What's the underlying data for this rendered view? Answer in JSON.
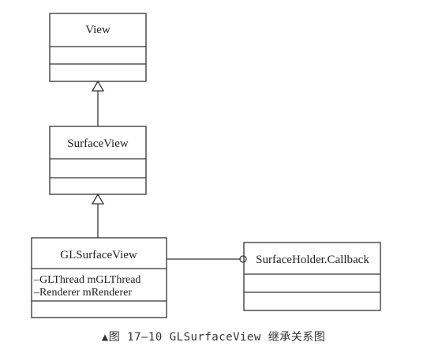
{
  "colors": {
    "line": "#333333",
    "text": "#222222",
    "background": "#ffffff"
  },
  "classes": {
    "view": {
      "name": "View",
      "attributes": []
    },
    "surface_view": {
      "name": "SurfaceView",
      "attributes": []
    },
    "gl_surface_view": {
      "name": "GLSurfaceView",
      "attributes": [
        "–GLThread mGLThread",
        "–Renderer mRenderer"
      ]
    },
    "surface_holder_callback": {
      "name": "SurfaceHolder.Callback",
      "attributes": []
    }
  },
  "relations": [
    {
      "type": "inheritance",
      "from": "SurfaceView",
      "to": "View"
    },
    {
      "type": "inheritance",
      "from": "GLSurfaceView",
      "to": "SurfaceView"
    },
    {
      "type": "interface-realization",
      "from": "GLSurfaceView",
      "to": "SurfaceHolder.Callback"
    }
  ],
  "caption": "▲图 17–10  GLSurfaceView 继承关系图"
}
